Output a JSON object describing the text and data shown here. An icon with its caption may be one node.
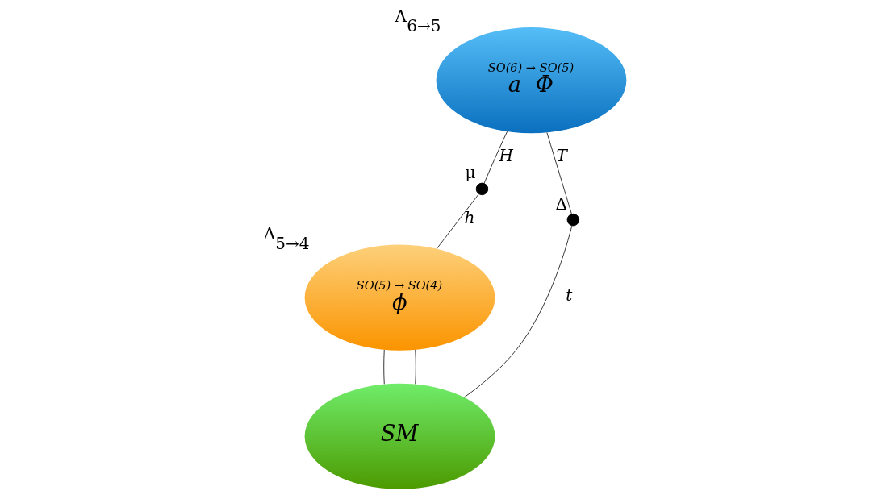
{
  "diagram": {
    "nodes": [
      {
        "text": [
          "SO(6) → SO(5)",
          "a  Φ"
        ],
        "beside": [
          "Λ$_{6→5}$"
        ]
      },
      {
        "text": [
          "SO(5) → SO(4)",
          "ϕ"
        ],
        "beside": [
          "Λ$_{5→4}$"
        ]
      },
      {
        "text": [
          "SM"
        ]
      },
      {
        "text": [],
        "shape": "circle",
        "beside": [
          "μ"
        ]
      },
      {
        "text": [],
        "shape": "circle",
        "beside": [
          "Δ"
        ]
      }
    ],
    "edges": [
      {
        "from": 0,
        "to": 3,
        "arrow": "none",
        "label": "H"
      },
      {
        "from": 3,
        "to": 1,
        "arrow": "none",
        "label": "h"
      },
      {
        "from": 0,
        "to": 4,
        "arrow": "none",
        "label": "T"
      },
      {
        "from": 4,
        "to": 2,
        "arrow": "none",
        "label": "t"
      },
      {
        "from": 1,
        "to": 2,
        "arrow": "none"
      },
      {
        "from": 1,
        "to": 2,
        "arrow": "none"
      }
    ]
  }
}
